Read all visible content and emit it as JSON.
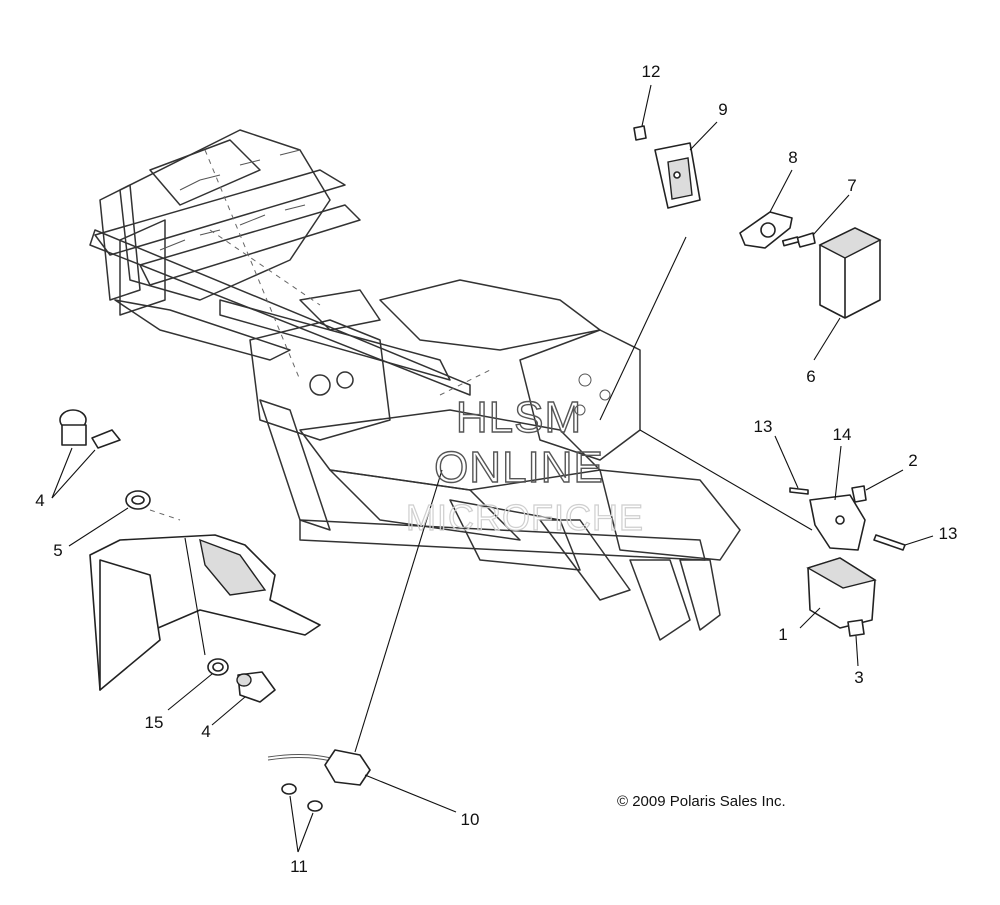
{
  "callouts": [
    {
      "id": "12",
      "label": "12"
    },
    {
      "id": "9",
      "label": "9"
    },
    {
      "id": "8",
      "label": "8"
    },
    {
      "id": "7",
      "label": "7"
    },
    {
      "id": "6",
      "label": "6"
    },
    {
      "id": "13a",
      "label": "13"
    },
    {
      "id": "14",
      "label": "14"
    },
    {
      "id": "2",
      "label": "2"
    },
    {
      "id": "13b",
      "label": "13"
    },
    {
      "id": "1",
      "label": "1"
    },
    {
      "id": "3",
      "label": "3"
    },
    {
      "id": "4a",
      "label": "4"
    },
    {
      "id": "5",
      "label": "5"
    },
    {
      "id": "15",
      "label": "15"
    },
    {
      "id": "4b",
      "label": "4"
    },
    {
      "id": "10",
      "label": "10"
    },
    {
      "id": "11",
      "label": "11"
    }
  ],
  "watermark": {
    "line1": "HLSM",
    "line2": "ONLINE",
    "line3": "MICROFICHE"
  },
  "copyright": "© 2009 Polaris Sales Inc."
}
